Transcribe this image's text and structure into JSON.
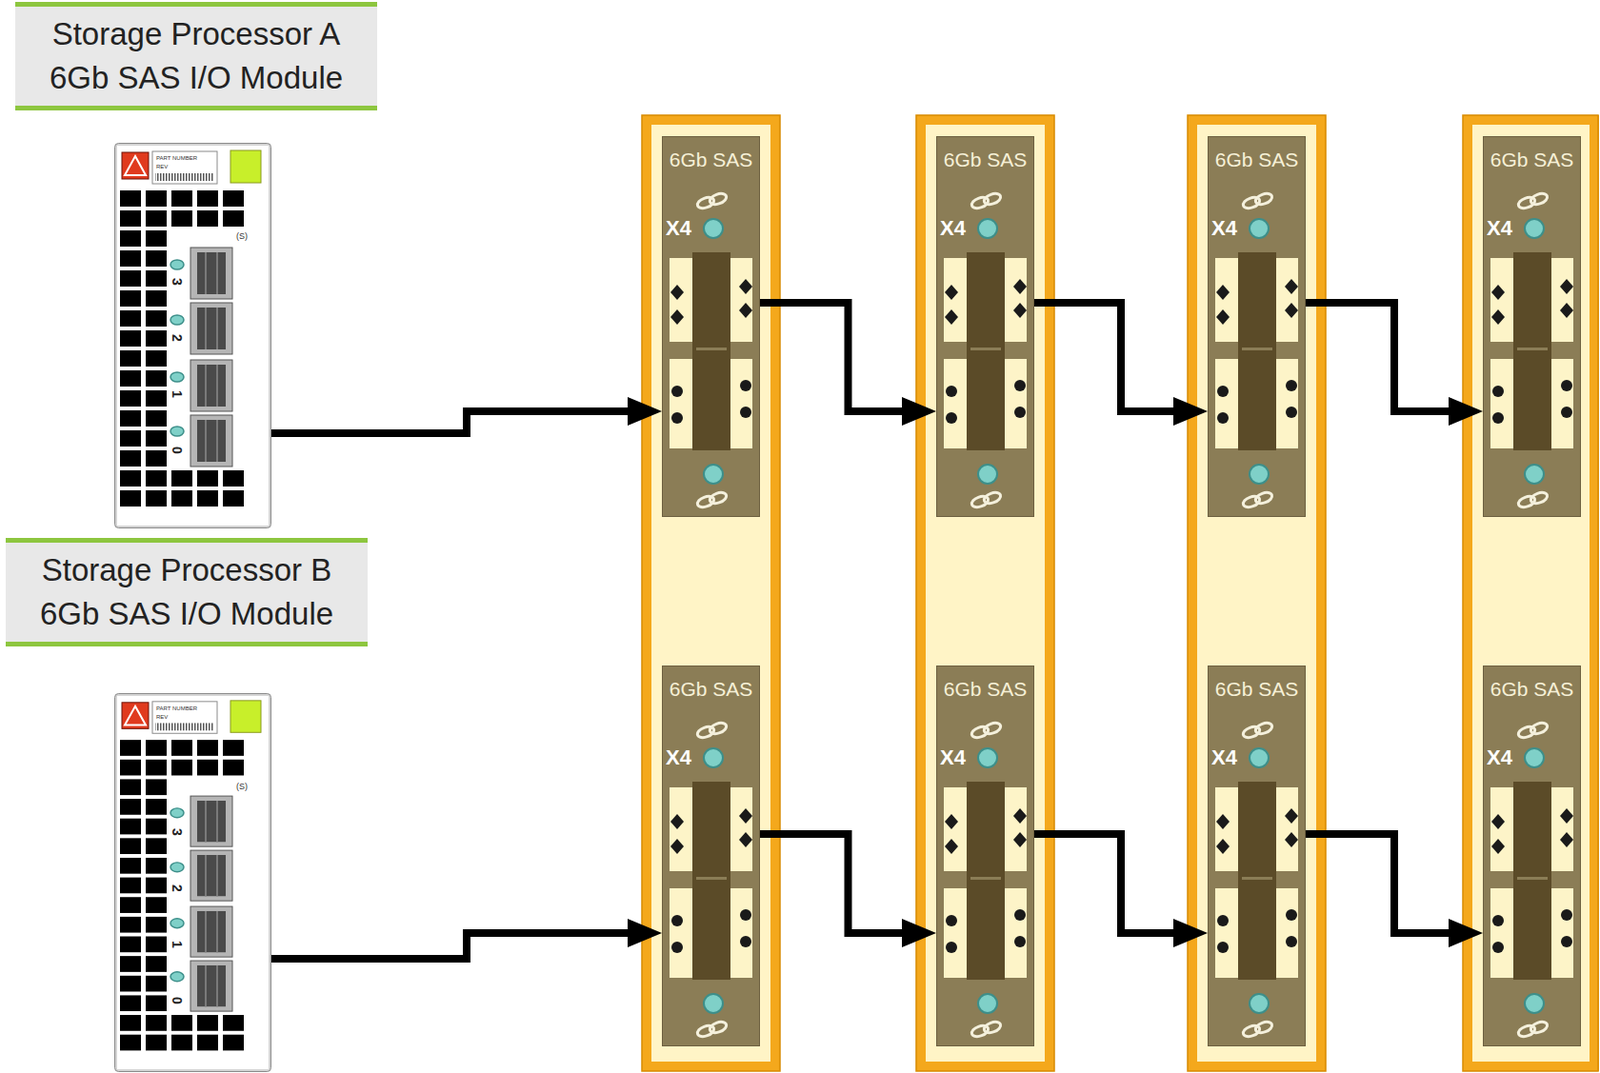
{
  "diagram": {
    "nodes": [
      {
        "text": [
          "Storage Processor A 6Gb SAS I/O Module"
        ]
      },
      {
        "text": [
          "3",
          "2",
          "1",
          "0"
        ]
      },
      {
        "text": [
          "Storage Processor B 6Gb SAS I/O Module"
        ]
      },
      {
        "text": [
          "3",
          "2",
          "1",
          "0"
        ]
      },
      {
        "text": [
          "6Gb SAS",
          "X4"
        ]
      },
      {
        "text": [
          "6Gb SAS",
          "X4"
        ]
      },
      {
        "text": [
          "6Gb SAS",
          "X4"
        ]
      },
      {
        "text": [
          "6Gb SAS",
          "X4"
        ]
      },
      {
        "text": [
          "6Gb SAS",
          "X4"
        ]
      },
      {
        "text": [
          "6Gb SAS",
          "X4"
        ]
      },
      {
        "text": [
          "6Gb SAS",
          "X4"
        ]
      },
      {
        "text": [
          "6Gb SAS",
          "X4"
        ]
      }
    ],
    "edges": [
      {
        "from": 1,
        "to": 4,
        "arrow": "to"
      },
      {
        "from": 4,
        "to": 5,
        "arrow": "to"
      },
      {
        "from": 5,
        "to": 6,
        "arrow": "to"
      },
      {
        "from": 6,
        "to": 7,
        "arrow": "to"
      },
      {
        "from": 3,
        "to": 8,
        "arrow": "to"
      },
      {
        "from": 8,
        "to": 9,
        "arrow": "to"
      },
      {
        "from": 9,
        "to": 10,
        "arrow": "to"
      },
      {
        "from": 10,
        "to": 11,
        "arrow": "to"
      }
    ],
    "labels": [
      "PART NUMBER",
      "REV",
      "(S)",
      "PART NUMBER",
      "REV",
      "(S)"
    ]
  }
}
